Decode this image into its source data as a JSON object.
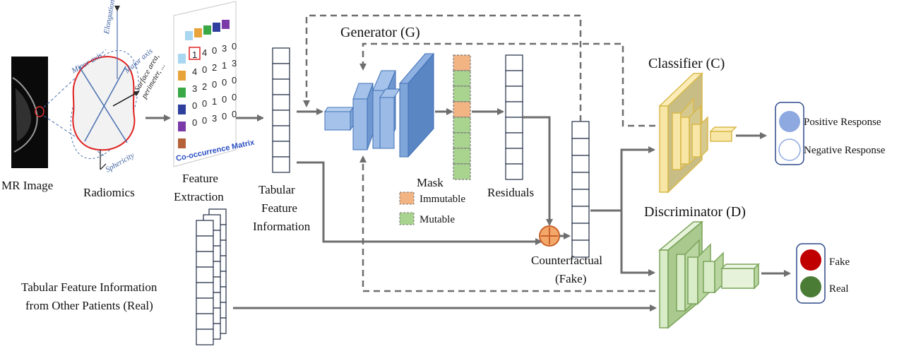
{
  "labels": {
    "mr_image": "MR Image",
    "radiomics": "Radiomics",
    "feature_extraction_1": "Feature",
    "feature_extraction_2": "Extraction",
    "tabular_1": "Tabular",
    "tabular_2": "Feature",
    "tabular_3": "Information",
    "generator": "Generator (G)",
    "mask": "Mask",
    "immutable": "Immutable",
    "mutable": "Mutable",
    "residuals": "Residuals",
    "counterfactual_1": "Counterfactual",
    "counterfactual_2": "(Fake)",
    "classifier": "Classifier (C)",
    "discriminator": "Discriminator (D)",
    "positive_response": "Positive Response",
    "negative_response": "Negative Response",
    "fake": "Fake",
    "real": "Real",
    "other_patients_1": "Tabular Feature Information",
    "other_patients_2": "from Other Patients (Real)",
    "cooc_title": "Co-occurrence Matrix",
    "axis_elongation": "Elongation",
    "axis_minor": "Minor axis",
    "axis_major": "Major axis",
    "axis_surface_1": "Surface area,",
    "axis_surface_2": "perimeter, ...",
    "axis_sphericity": "Sphericity"
  },
  "cooc_matrix": [
    [
      "1",
      "4",
      "0",
      "3",
      "0"
    ],
    [
      "4",
      "0",
      "2",
      "1",
      "3"
    ],
    [
      "3",
      "2",
      "0",
      "0",
      "0"
    ],
    [
      "0",
      "0",
      "1",
      "0",
      "0"
    ],
    [
      "0",
      "0",
      "3",
      "0",
      "0"
    ]
  ],
  "colors": {
    "arrow": "#6e6e6e",
    "generator_blue": "#7fa6d9",
    "generator_dark": "#5a86c4",
    "mask_immutable": "#f3b483",
    "mask_mutable": "#a9d48f",
    "classifier_fill": "#f8e6a6",
    "classifier_edge": "#d8b94a",
    "discriminator_fill": "#d8ecc8",
    "discriminator_edge": "#7aa35a",
    "positive_dot": "#8ea9e0",
    "fake_dot": "#c00000",
    "real_dot": "#4b7c36"
  }
}
